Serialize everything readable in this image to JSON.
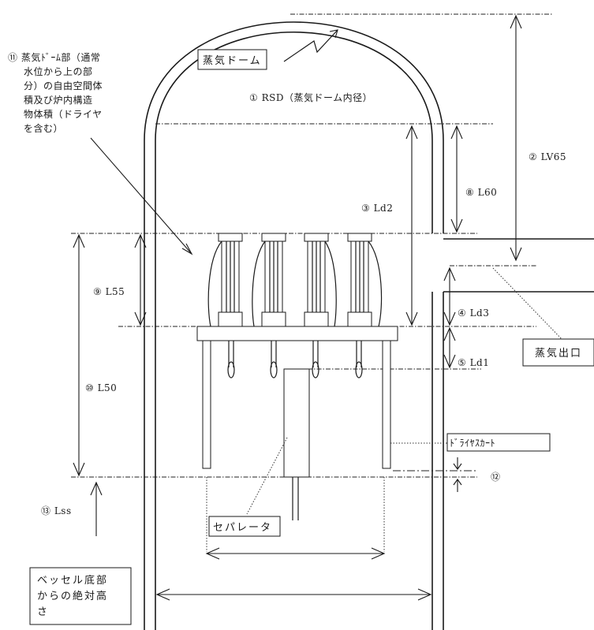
{
  "labels": {
    "l11": [
      "⑪ 蒸気ﾄﾞｰﾑ部（通常",
      "水位から上の部",
      "分）の自由空間体",
      "積及び炉内構造",
      "物体積（ドライヤ",
      "を含む）"
    ],
    "steam_dome": "蒸気ドーム",
    "l1": "① RSD（蒸気ドーム内径）",
    "l2": "② LV65",
    "l8": "⑧ L60",
    "l3": "③ Ld2",
    "l9": "⑨ L55",
    "l4": "④ Ld3",
    "l5": "⑤ Ld1",
    "l10": "⑩ L50",
    "steam_outlet": "蒸気出口",
    "dryer_skirt": "ﾄﾞﾗｲﾔｽｶｰﾄ",
    "l12": "⑫",
    "l13": "⑬ Lss",
    "separator": "セパレータ",
    "vessel_bottom": [
      "ベッセル底部",
      "からの絶対高",
      "さ"
    ]
  }
}
